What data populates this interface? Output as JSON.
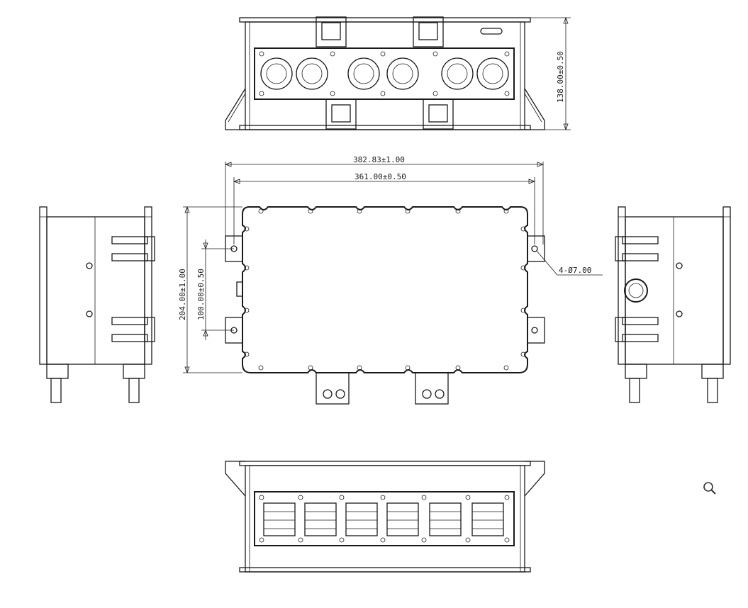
{
  "drawing": {
    "dimensions": {
      "height_top_view": "138.00±0.50",
      "overall_width": "382.83±1.00",
      "hole_span": "361.00±0.50",
      "overall_height": "204.00±1.00",
      "hole_pitch": "100.00±0.50",
      "mounting_holes": "4-Ø7.00"
    }
  },
  "toolbar": {
    "zoom_icon": "magnifier-icon"
  },
  "colors": {
    "line": "#1a1a1a",
    "background": "#ffffff"
  }
}
